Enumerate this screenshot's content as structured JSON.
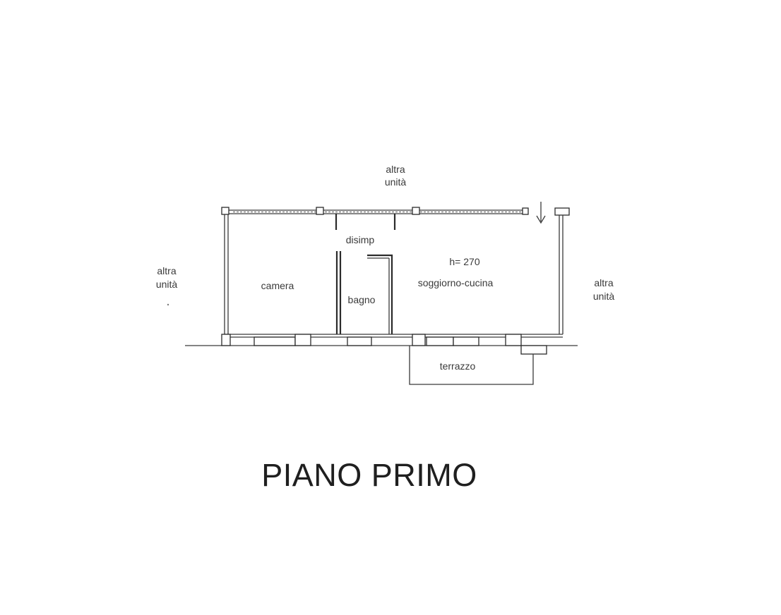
{
  "labels": {
    "top_neighbor_line1": "altra",
    "top_neighbor_line2": "unità",
    "left_neighbor_line1": "altra",
    "left_neighbor_line2": "unità",
    "right_neighbor_line1": "altra",
    "right_neighbor_line2": "unità",
    "room_hallway": "disimp",
    "room_bedroom": "camera",
    "room_bathroom": "bagno",
    "room_living_kitchen": "soggiorno-cucina",
    "ceiling_height": "h= 270",
    "room_terrace": "terrazzo"
  },
  "title": "PIANO PRIMO",
  "colors": {
    "lines": "#2b2b2b",
    "text": "#3a3a3a",
    "background": "#ffffff"
  }
}
